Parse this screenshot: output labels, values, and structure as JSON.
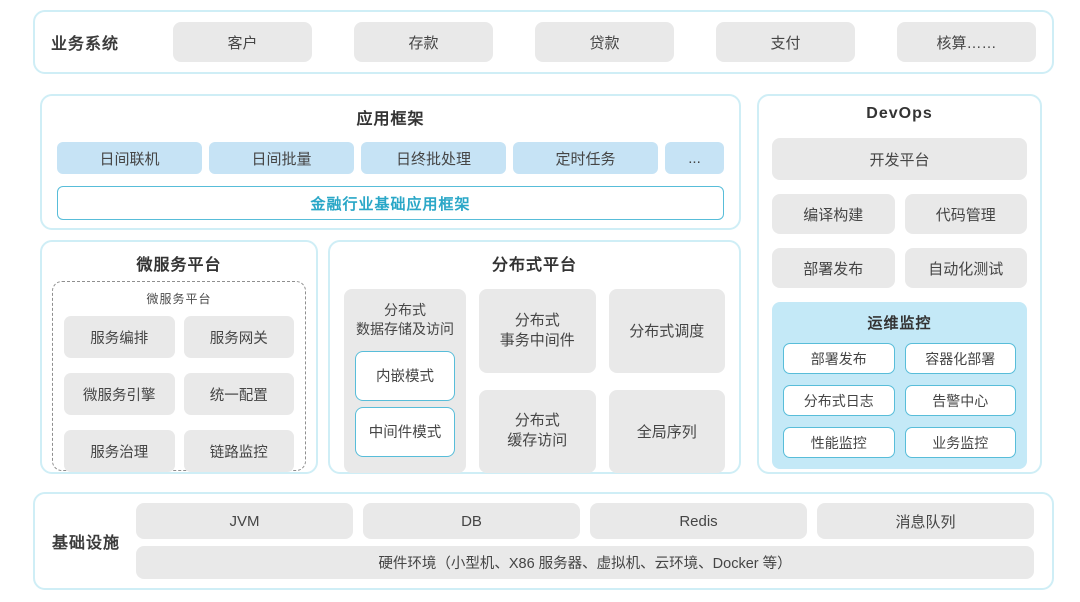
{
  "business_systems": {
    "label": "业务系统",
    "items": [
      "客户",
      "存款",
      "贷款",
      "支付",
      "核算……"
    ]
  },
  "app_framework": {
    "title": "应用框架",
    "modules": [
      "日间联机",
      "日间批量",
      "日终批处理",
      "定时任务",
      "..."
    ],
    "base_framework": "金融行业基础应用框架"
  },
  "microservice_platform": {
    "title": "微服务平台",
    "inner_title": "微服务平台",
    "items": [
      "服务编排",
      "服务网关",
      "微服务引擎",
      "统一配置",
      "服务治理",
      "链路监控"
    ]
  },
  "distributed_platform": {
    "title": "分布式平台",
    "storage": {
      "label": "分布式\n数据存储及访问",
      "modes": [
        "内嵌模式",
        "中间件模式"
      ]
    },
    "cells": [
      "分布式\n事务中间件",
      "分布式调度",
      "分布式\n缓存访问",
      "全局序列"
    ]
  },
  "devops": {
    "title": "DevOps",
    "dev_platform": "开发平台",
    "tools": [
      "编译构建",
      "代码管理",
      "部署发布",
      "自动化测试"
    ],
    "monitoring": {
      "title": "运维监控",
      "items": [
        "部署发布",
        "容器化部署",
        "分布式日志",
        "告警中心",
        "性能监控",
        "业务监控"
      ]
    }
  },
  "infrastructure": {
    "label": "基础设施",
    "items": [
      "JVM",
      "DB",
      "Redis",
      "消息队列"
    ],
    "hardware": "硬件环境（小型机、X86 服务器、虚拟机、云环境、Docker 等）"
  },
  "colors": {
    "container_border": "#cfeef6",
    "gray_box": "#e9e9e9",
    "blue_box": "#c6e3f5",
    "cyan_border": "#58bdd9",
    "cyan_text": "#2aa7c7",
    "monitor_bg": "#c4e9f7",
    "text": "#424242"
  }
}
